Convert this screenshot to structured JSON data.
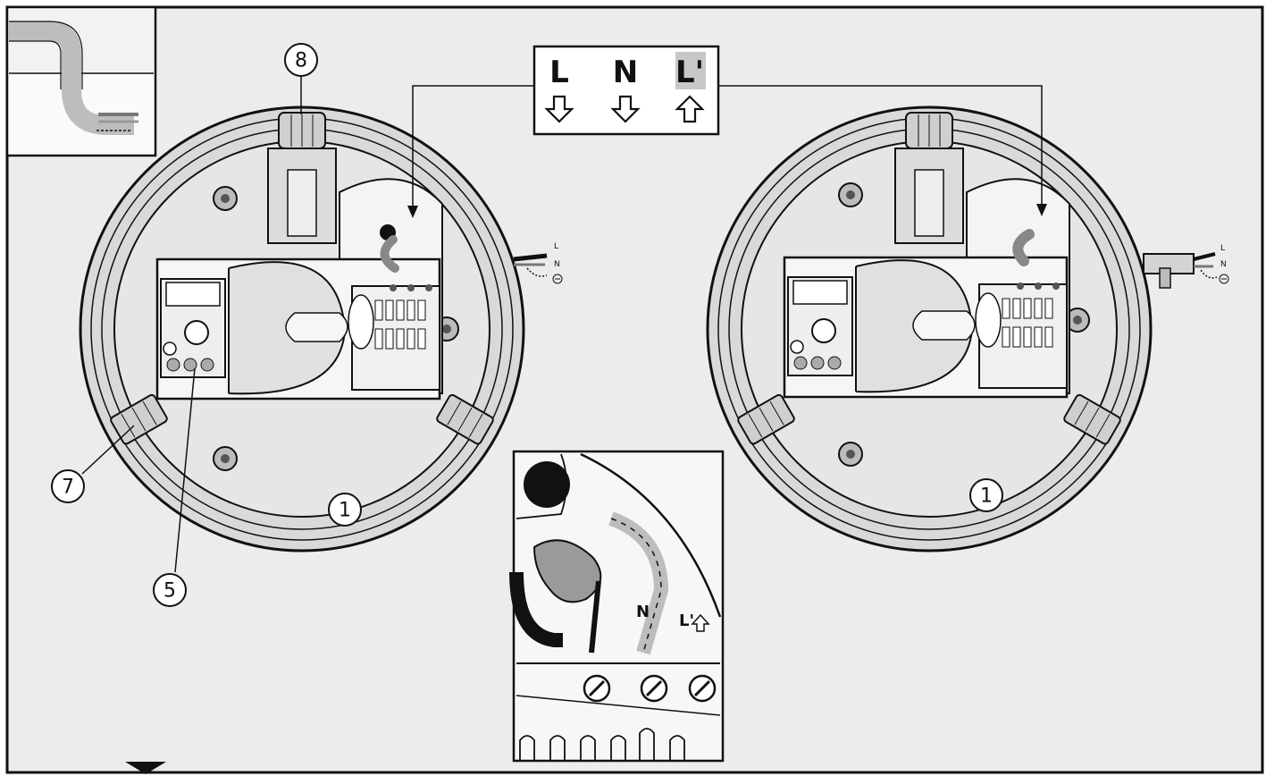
{
  "diagram": {
    "callouts": {
      "c1_left": "1",
      "c1_right": "1",
      "c5": "5",
      "c7": "7",
      "c8": "8"
    },
    "legend": {
      "live": "L",
      "neutral": "N",
      "switched_live": "L'"
    },
    "cable_labels_left": {
      "l": "L",
      "n": "N"
    },
    "cable_labels_right": {
      "l": "L",
      "n": "N"
    },
    "inset_labels": {
      "n": "N",
      "l_prime": "L'"
    },
    "colors": {
      "background": "#ececec",
      "line": "#111111",
      "housing_fill": "#e4e4e4",
      "wire_grey": "#9a9a9a",
      "highlight": "#c8c8c8"
    }
  }
}
